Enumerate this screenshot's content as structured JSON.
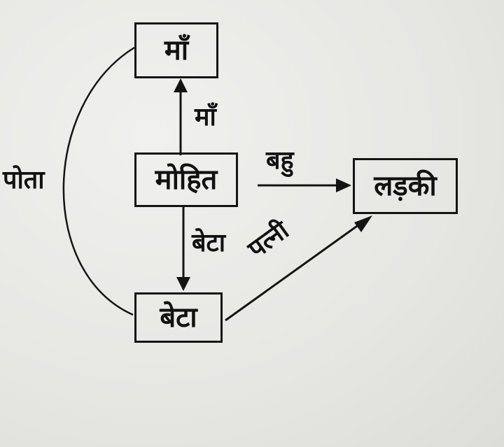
{
  "nodes": {
    "mother": "माँ",
    "mohit": "मोहित",
    "girl": "लड़की",
    "son": "बेटा"
  },
  "edges": {
    "mohit_to_mother": "माँ",
    "mohit_to_son": "बेटा",
    "mohit_to_girl": "बहु",
    "son_to_girl": "पत्नी",
    "mother_son_curve": "पोता"
  },
  "colors": {
    "ink": "#141414",
    "paper": "#e9e9e6"
  }
}
